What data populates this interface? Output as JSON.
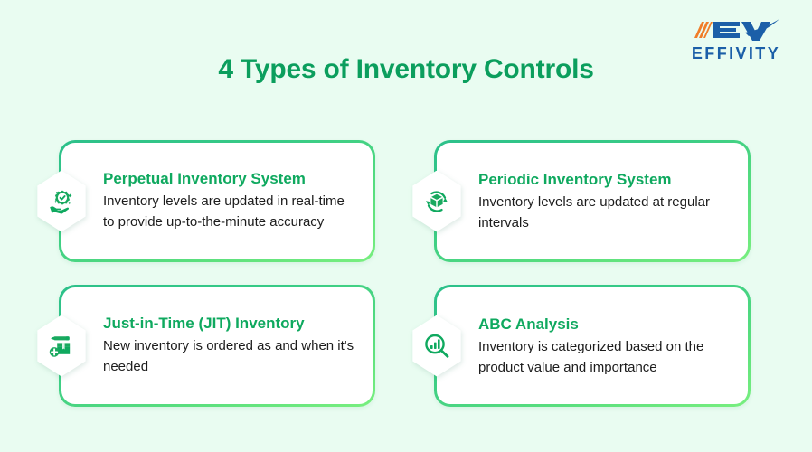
{
  "page": {
    "title": "4 Types of Inventory Controls",
    "background_color": "#e9fcf1",
    "accent_color": "#0fa95f",
    "heading_color": "#0b9e5d",
    "body_text_color": "#1c1c1c",
    "card_border_gradient": [
      "#2cc08a",
      "#79ef7f"
    ]
  },
  "logo": {
    "mark_text": "EV",
    "wordmark": "EFFIVITY",
    "mark_color": "#1b5fa8",
    "accent_color": "#f07d28"
  },
  "cards": [
    {
      "title": "Perpetual Inventory System",
      "description": "Inventory levels are updated in real-time to provide up-to-the-minute accuracy",
      "icon": "hand-holding-verified-badge-icon"
    },
    {
      "title": "Periodic Inventory System",
      "description": "Inventory levels are updated at regular intervals",
      "icon": "box-refresh-cycle-icon"
    },
    {
      "title": "Just-in-Time (JIT) Inventory",
      "description": "New inventory is ordered as and when it's needed",
      "icon": "box-add-pencil-icon"
    },
    {
      "title": "ABC Analysis",
      "description": "Inventory is categorized based on the product value and importance",
      "icon": "magnifier-bar-chart-icon"
    }
  ]
}
